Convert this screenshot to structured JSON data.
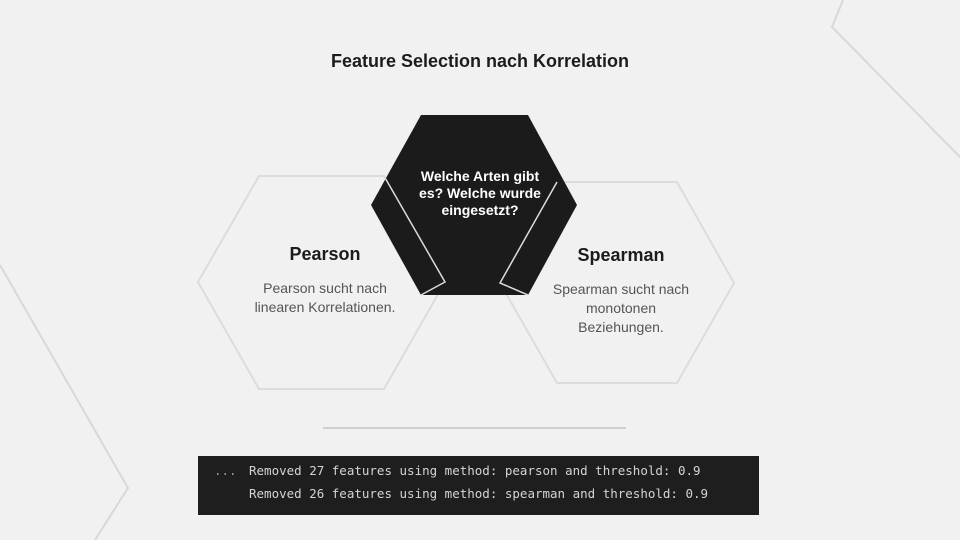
{
  "title": "Feature Selection nach Korrelation",
  "center": {
    "text": "Welche Arten gibt es? Welche wurde eingesetzt?"
  },
  "pearson": {
    "title": "Pearson",
    "description": "Pearson sucht nach linearen Korrelationen."
  },
  "spearman": {
    "title": "Spearman",
    "description": "Spearman sucht nach monotonen Beziehungen."
  },
  "console": {
    "prompt": "...",
    "lines": [
      "Removed 27 features using method: pearson and threshold: 0.9",
      "Removed 26 features using method: spearman and threshold: 0.9"
    ]
  },
  "colors": {
    "background": "#f1f1f1",
    "hex_dark": "#1b1b1b",
    "hex_outline": "#dcdcdc",
    "console_bg": "#1e1e1e"
  }
}
